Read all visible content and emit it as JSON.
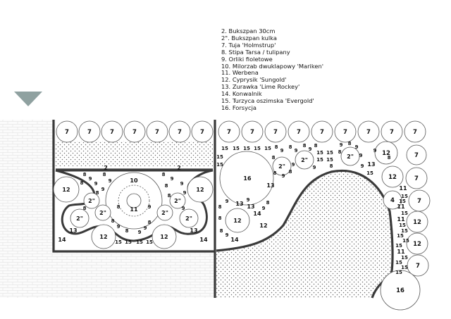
{
  "legend": [
    {
      "key": "2",
      "text": "2.  Bukszpan 30cm"
    },
    {
      "key": "2\"",
      "text": "2\". Bukszpan kulka"
    },
    {
      "key": "7",
      "text": "7.  Tuja 'Holmstrup'"
    },
    {
      "key": "8",
      "text": "8.  Stipa Tarsa / tulipany"
    },
    {
      "key": "9",
      "text": "9.  Orliki fioletowe"
    },
    {
      "key": "10",
      "text": "10. Milorzab dwuklapowy 'Mariken'"
    },
    {
      "key": "11",
      "text": "11. Werbena"
    },
    {
      "key": "12",
      "text": "12. Cyprysik 'Sungold'"
    },
    {
      "key": "13",
      "text": "13. Zurawka 'Lime Rockey'"
    },
    {
      "key": "14",
      "text": "14. Konwalnik"
    },
    {
      "key": "15",
      "text": "15. Turzyca oszimska 'Evergold'"
    },
    {
      "key": "16",
      "text": "16. Forsycja"
    }
  ],
  "plan": {
    "top_left_thujas": [
      "7",
      "7",
      "7",
      "7",
      "7",
      "7",
      "7"
    ],
    "top_right_thujas": [
      "7",
      "7",
      "7",
      "7",
      "7",
      "7",
      "7",
      "7",
      "7"
    ],
    "right_column": [
      "12",
      "7",
      "12",
      "7",
      "4",
      "7",
      "12",
      "12",
      "7"
    ],
    "hedge_labels": [
      "2",
      "2"
    ],
    "left_bed": {
      "large_circles": [
        "10",
        "11"
      ],
      "side_circles": [
        "12",
        "12"
      ],
      "boxwood_balls": [
        "2\"",
        "2\"",
        "2\"",
        "2\"",
        "2\"",
        "2\""
      ],
      "front_circles": [
        "12",
        "12"
      ],
      "corner_labels": [
        "14",
        "14",
        "13",
        "13"
      ],
      "small_labels": [
        "8",
        "9",
        "8",
        "9",
        "8",
        "9",
        "8",
        "9",
        "8",
        "9",
        "8",
        "9",
        "8",
        "9",
        "8",
        "9",
        "8",
        "9",
        "8",
        "9",
        "8",
        "9",
        "8",
        "9"
      ],
      "carex_row": [
        "15",
        "15",
        "15",
        "15"
      ]
    },
    "right_bed": {
      "forsythia": [
        "16",
        "16"
      ],
      "boxwood_balls": [
        "2\"",
        "2\"",
        "2\""
      ],
      "cypress": [
        "12",
        "12"
      ],
      "heuchera": [
        "13",
        "13",
        "13",
        "13"
      ],
      "lily_of_valley": [
        "14",
        "14"
      ],
      "carex_row": [
        "15",
        "15",
        "15",
        "15",
        "15",
        "15",
        "15",
        "15",
        "15",
        "15",
        "15",
        "15"
      ],
      "small_labels": [
        "8",
        "9",
        "8",
        "9",
        "8",
        "9",
        "8",
        "9",
        "8",
        "9",
        "8",
        "9",
        "8",
        "9",
        "8",
        "9",
        "8",
        "9",
        "8",
        "9",
        "8",
        "9",
        "8",
        "9",
        "8",
        "9",
        "8",
        "9",
        "8",
        "9"
      ],
      "verbena": [
        "11",
        "11",
        "11",
        "11"
      ],
      "edge_carex": [
        "15",
        "15",
        "15",
        "15",
        "15",
        "15",
        "15",
        "15",
        "15",
        "15",
        "15",
        "15"
      ]
    }
  }
}
